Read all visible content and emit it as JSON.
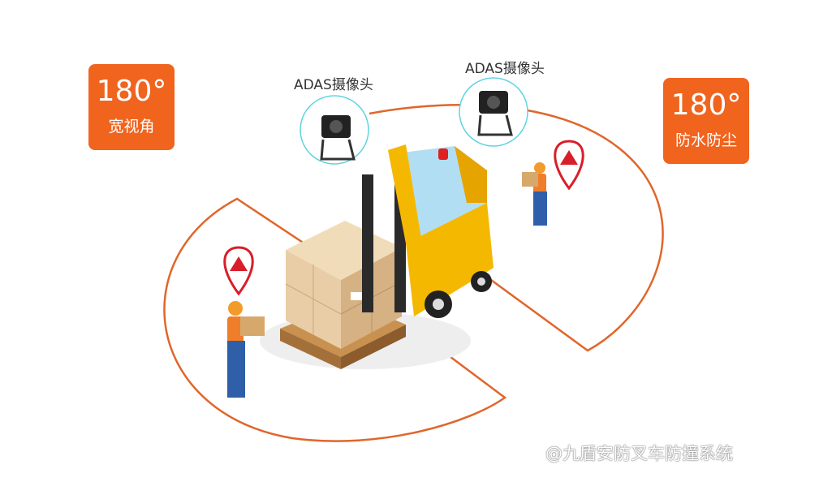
{
  "badges": [
    {
      "value": "180°",
      "label": "宽视角"
    },
    {
      "value": "180°",
      "label": "防水防尘"
    }
  ],
  "cameras": [
    {
      "label": "ADAS摄像头"
    },
    {
      "label": "ADAS摄像头"
    }
  ],
  "watermark": "@九盾安防叉车防撞系统",
  "colors": {
    "accent": "#f0641e",
    "forklift": "#f5b800",
    "circle": "#5fd4e0",
    "warning": "#d81e2a"
  }
}
